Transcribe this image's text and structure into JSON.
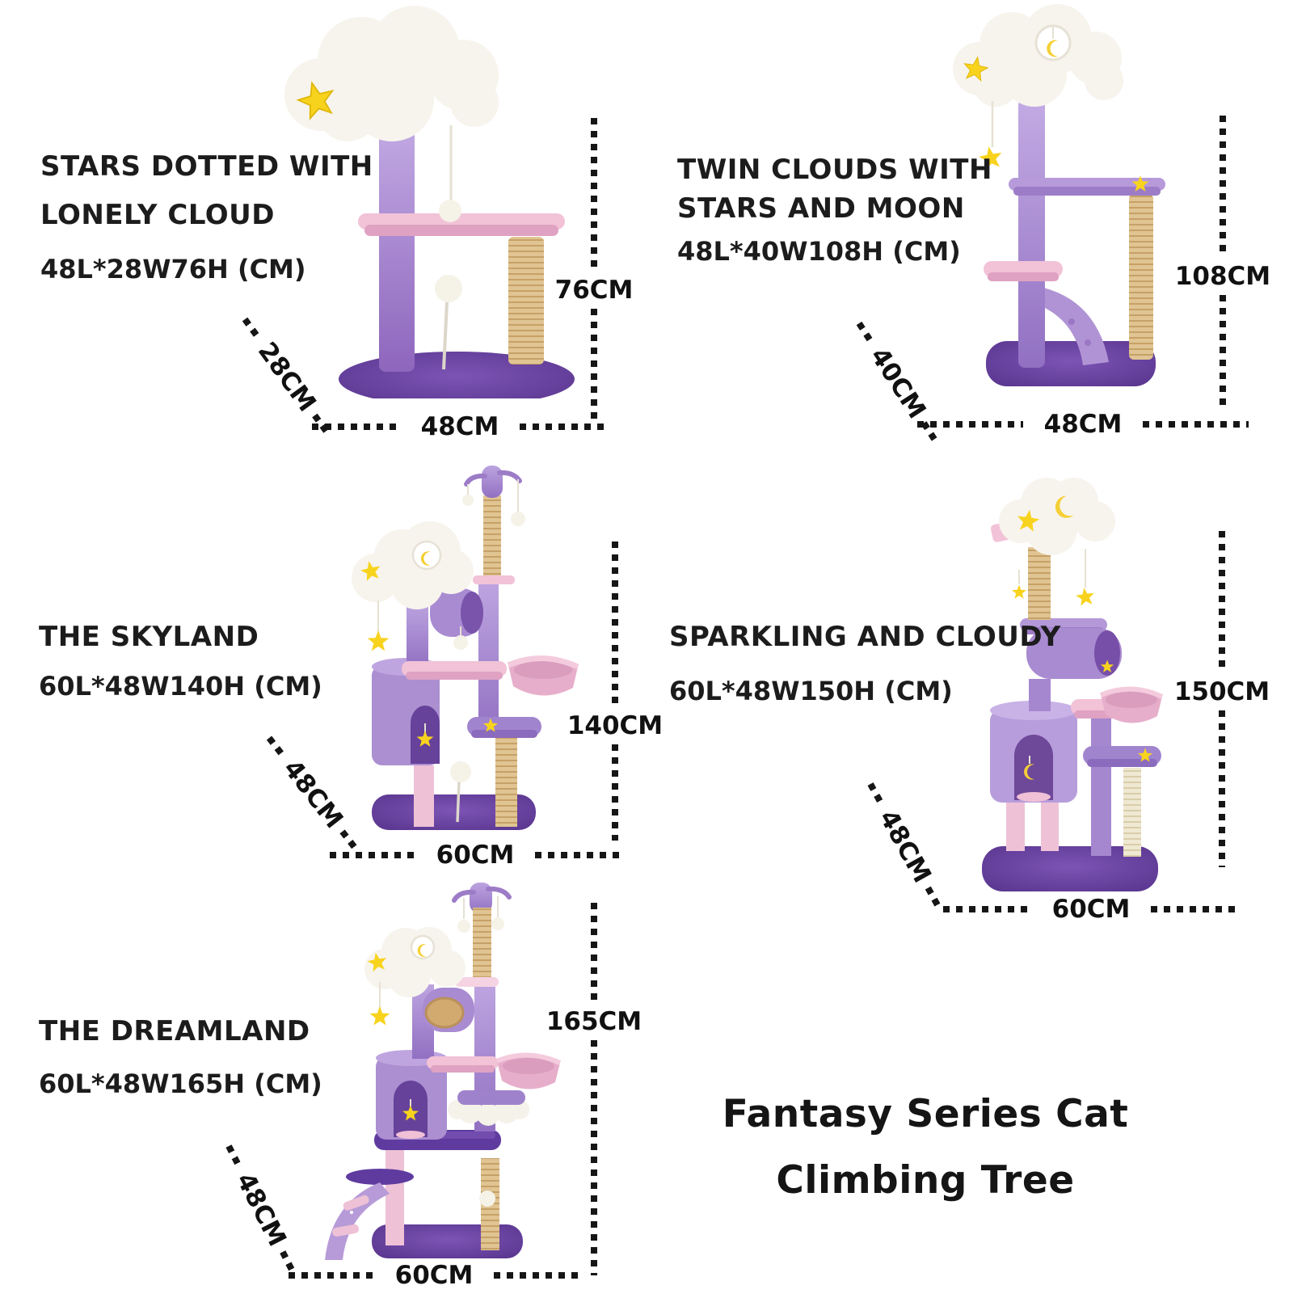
{
  "title": {
    "line1": "Fantasy Series Cat",
    "line2": "Climbing Tree"
  },
  "products": [
    {
      "name_lines": [
        "STARS DOTTED WITH",
        "LONELY CLOUD"
      ],
      "dimensions": "48L*28W76H (CM)",
      "height_label": "76CM",
      "width_label": "48CM",
      "depth_label": "28CM"
    },
    {
      "name_lines": [
        "TWIN CLOUDS WITH",
        "STARS AND MOON"
      ],
      "dimensions": "48L*40W108H (CM)",
      "height_label": "108CM",
      "width_label": "48CM",
      "depth_label": "40CM"
    },
    {
      "name_lines": [
        "THE SKYLAND"
      ],
      "dimensions": "60L*48W140H (CM)",
      "height_label": "140CM",
      "width_label": "60CM",
      "depth_label": "48CM"
    },
    {
      "name_lines": [
        "SPARKLING AND CLOUDY"
      ],
      "dimensions": "60L*48W150H (CM)",
      "height_label": "150CM",
      "width_label": "60CM",
      "depth_label": "48CM"
    },
    {
      "name_lines": [
        "THE DREAMLAND"
      ],
      "dimensions": "60L*48W165H (CM)",
      "height_label": "165CM",
      "width_label": "60CM",
      "depth_label": "48CM"
    }
  ],
  "colors": {
    "background": "#ffffff",
    "text": "#1c1c1c",
    "measure_dots": "#161616",
    "cloud_white": "#f7f4ed",
    "star_yellow": "#f8d31d",
    "moon_yellow": "#f5cf35",
    "plush_purple_light": "#c3abe4",
    "plush_purple": "#a98bd1",
    "plush_purple_dark": "#8e66bd",
    "base_purple": "#5a3694",
    "platform_pink": "#f2c2d7",
    "hammock_pink": "#e7aecb",
    "sisal_beige": "#e0c492"
  }
}
